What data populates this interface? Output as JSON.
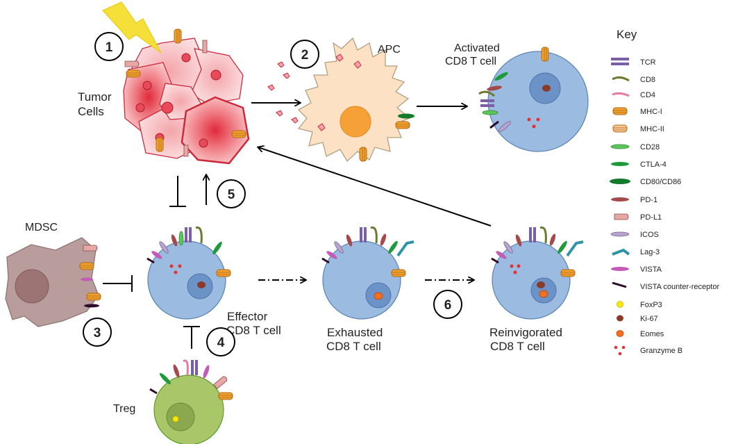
{
  "labels": {
    "tumor_line1": "Tumor",
    "tumor_line2": "Cells",
    "apc": "APC",
    "activated_line1": "Activated",
    "activated_line2": "CD8 T cell",
    "mdsc": "MDSC",
    "effector_line1": "Effector",
    "effector_line2": "CD8 T cell",
    "exhausted_line1": "Exhausted",
    "exhausted_line2": "CD8 T cell",
    "reinvigorated_line1": "Reinvigorated",
    "reinvigorated_line2": "CD8 T cell",
    "treg": "Treg"
  },
  "steps": [
    "1",
    "2",
    "3",
    "4",
    "5",
    "6"
  ],
  "key": {
    "title": "Key",
    "items": [
      {
        "icon": "tcr-icon",
        "label": "TCR",
        "color": "#7b5ea7"
      },
      {
        "icon": "cd8-icon",
        "label": "CD8",
        "color": "#6b7a2e"
      },
      {
        "icon": "cd4-icon",
        "label": "CD4",
        "color": "#e879a0"
      },
      {
        "icon": "mhc-i-icon",
        "label": "MHC-I",
        "color": "#f0a030"
      },
      {
        "icon": "mhc-ii-icon",
        "label": "MHC-II",
        "color": "#f6c89a"
      },
      {
        "icon": "cd28-icon",
        "label": "CD28",
        "color": "#5cc65c"
      },
      {
        "icon": "ctla-4-icon",
        "label": "CTLA-4",
        "color": "#1e9a3a"
      },
      {
        "icon": "cd80-cd86-icon",
        "label": "CD80/CD86",
        "color": "#127a2a"
      },
      {
        "icon": "pd-1-icon",
        "label": "PD-1",
        "color": "#a44a4a"
      },
      {
        "icon": "pd-l1-icon",
        "label": "PD-L1",
        "color": "#e7a7a4"
      },
      {
        "icon": "icos-icon",
        "label": "ICOS",
        "color": "#b7a4cc"
      },
      {
        "icon": "lag-3-icon",
        "label": "Lag-3",
        "color": "#2e93a5"
      },
      {
        "icon": "vista-icon",
        "label": "VISTA",
        "color": "#c25cb8"
      },
      {
        "icon": "vista-counter-receptor-icon",
        "label": "VISTA counter-receptor",
        "color": "#2a0c2a"
      },
      {
        "icon": "foxp3-icon",
        "label": "FoxP3",
        "color": "#ffe600"
      },
      {
        "icon": "ki-67-icon",
        "label": "Ki-67",
        "color": "#8b3a2a"
      },
      {
        "icon": "eomes-icon",
        "label": "Eomes",
        "color": "#f07020"
      },
      {
        "icon": "granzyme-b-icon",
        "label": "Granzyme B",
        "color": "#e53030"
      }
    ]
  }
}
